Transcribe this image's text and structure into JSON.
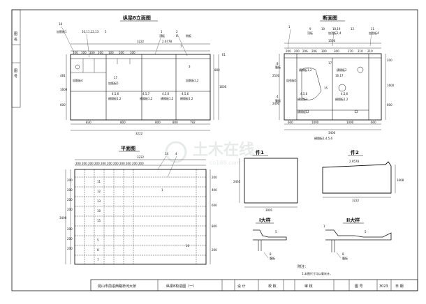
{
  "side_labels": [
    "图",
    "名",
    "图",
    "号"
  ],
  "watermark": {
    "main": "土木在线",
    "sub": "co188.com"
  },
  "elevation": {
    "title": "纵梁8立面图",
    "callouts": [
      "18",
      "10,11,12,13",
      "5",
      "1",
      "2",
      "加筋板1",
      "顶板",
      "8",
      "侧板",
      "4,5,6",
      "4,5,7",
      "4,5,6",
      "4,5,6",
      "横隔板1,2",
      "横隔板1,2",
      "横隔板1,2",
      "横隔板1,2",
      "17",
      "加筋板5",
      "加筋板4",
      "加筋板1,2",
      "E1",
      "3",
      "7"
    ],
    "dims_top": [
      "100",
      "100",
      "100",
      "100",
      "100",
      "100",
      "100",
      "3222"
    ],
    "dims_bottom": [
      "830",
      "800",
      "800",
      "800",
      "792",
      "3222"
    ],
    "dims_left": [
      "481",
      "1600",
      "600"
    ],
    "dims_right": [
      "800",
      "1600"
    ],
    "label_height": "2.6778"
  },
  "section": {
    "title": "断面图",
    "callouts": [
      "1",
      "9",
      "18,19",
      "10",
      "12",
      "11",
      "顶板",
      "加劲板2,4",
      "加劲板4",
      "横隔板1,2",
      "横隔板2",
      "加劲板5",
      "17",
      "16,17",
      "15",
      "8",
      "4",
      "腹板",
      "腹板",
      "4,5,6",
      "4,5,6",
      "横隔板3",
      "横隔板1,2",
      "横隔板",
      "横隔板1,4,5,6"
    ],
    "dims_top": [
      "200",
      "200",
      "206",
      "206",
      "300",
      "300",
      "170",
      "210",
      "210",
      "1500"
    ],
    "dims_bottom": [
      "600",
      "1000",
      "1000",
      "600",
      "3400"
    ],
    "dims_left": [
      "2500",
      "2400"
    ],
    "dims_right": [
      "200",
      "1600",
      "600"
    ]
  },
  "plan": {
    "title": "平面图",
    "callouts": [
      "1",
      "14",
      "4",
      "11",
      "12",
      "13",
      "10",
      "15",
      "16",
      "5",
      "8",
      "7"
    ],
    "dims_top": [
      "200",
      "200",
      "200",
      "200",
      "200",
      "200",
      "200",
      "200",
      "200",
      "200",
      "200",
      "3222"
    ],
    "dims_left": [
      "200",
      "200",
      "200",
      "200",
      "200",
      "200",
      "200",
      "3400"
    ],
    "dims_right": [
      "200",
      "400",
      "600",
      "800",
      "200"
    ]
  },
  "detail_1": {
    "title": "件1",
    "width": "3001",
    "height": "2465"
  },
  "detail_2": {
    "title": "件2",
    "width": "3222",
    "height": "1608",
    "label": "2.9578"
  },
  "detail_i": {
    "title": "I大样",
    "callouts": [
      "5",
      "腹板",
      "8"
    ]
  },
  "detail_ii": {
    "title": "II大样",
    "callouts": [
      "1",
      "5",
      "8",
      "腹板"
    ]
  },
  "notes": {
    "heading": "附注：",
    "items": [
      "1.本图尺寸均以毫米计。"
    ]
  },
  "title_block": {
    "project": "昆山市前进西路桥河大桥",
    "drawing": "纵梁8构造图（一）",
    "design_label": "设 计",
    "check_label": "校 核",
    "review_label": "审 核",
    "number_label": "图 号",
    "number": "3023",
    "date_label": "日 期"
  }
}
